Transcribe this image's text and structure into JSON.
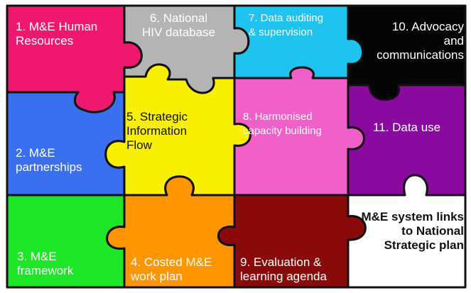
{
  "pieces": [
    {
      "id": "p1",
      "color": "#f0186e",
      "text_color": "#ffffff",
      "lines": [
        "1. M&E Human",
        "Resources"
      ]
    },
    {
      "id": "p6",
      "color": "#b4b4b4",
      "text_color": "#ffffff",
      "lines": [
        "6. National",
        "HIV database"
      ]
    },
    {
      "id": "p7",
      "color": "#1ec3f0",
      "text_color": "#ffffff",
      "lines": [
        "7. Data auditing",
        "& supervision"
      ]
    },
    {
      "id": "p10",
      "color": "#050505",
      "text_color": "#ffffff",
      "lines": [
        "10. Advocacy",
        "and",
        "communications"
      ]
    },
    {
      "id": "p2",
      "color": "#3a6ff0",
      "text_color": "#ffffff",
      "lines": [
        "2. M&E",
        "partnerships"
      ]
    },
    {
      "id": "p5",
      "color": "#f8f000",
      "text_color": "#111111",
      "lines": [
        "5. Strategic",
        "Information",
        "Flow"
      ]
    },
    {
      "id": "p8",
      "color": "#f060c8",
      "text_color": "#ffffff",
      "lines": [
        "8. Harmonised",
        "capacity building"
      ]
    },
    {
      "id": "p11",
      "color": "#8a0aa0",
      "text_color": "#ffffff",
      "lines": [
        "11. Data use"
      ]
    },
    {
      "id": "p3",
      "color": "#1ee628",
      "text_color": "#ffffff",
      "lines": [
        "3. M&E",
        "framework"
      ]
    },
    {
      "id": "p4",
      "color": "#ff9600",
      "text_color": "#ffffff",
      "lines": [
        "4. Costed M&E",
        "work plan"
      ]
    },
    {
      "id": "p9",
      "color": "#8a0a0a",
      "text_color": "#ffffff",
      "lines": [
        "9. Evaluation &",
        "learning agenda"
      ]
    },
    {
      "id": "p12",
      "color": "#ffffff",
      "text_color": "#111111",
      "lines": [
        "M&E system links",
        "to National",
        "Strategic plan"
      ]
    }
  ]
}
